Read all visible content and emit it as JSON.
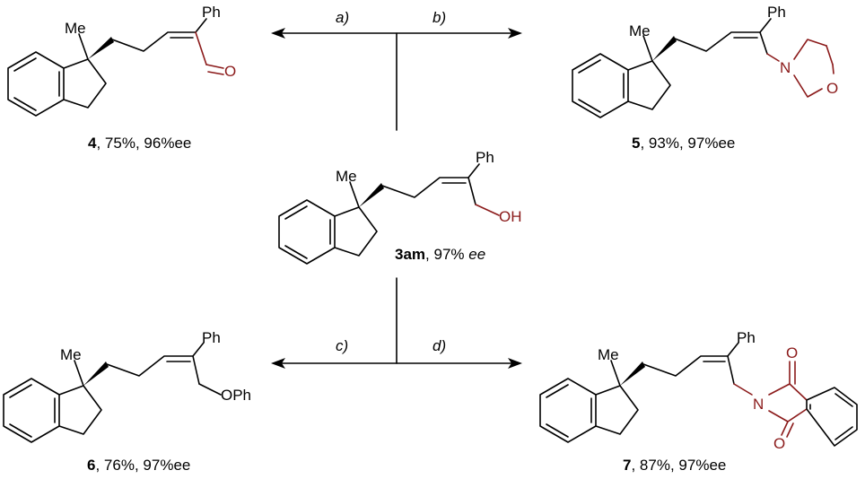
{
  "scheme": {
    "conditions": [
      "a)",
      "b)",
      "c)",
      "d)"
    ],
    "compounds": [
      {
        "id": "4",
        "yield": "75%",
        "ee_value": "96%",
        "ee_unit": "ee",
        "ee_italic": false,
        "groups": {
          "methyl": "Me",
          "phenyl": "Ph",
          "carbonyl_oxygen": "O"
        }
      },
      {
        "id": "5",
        "yield": "93%",
        "ee_value": "97%",
        "ee_unit": "ee",
        "ee_italic": false,
        "groups": {
          "methyl": "Me",
          "phenyl": "Ph",
          "nitrogen": "N",
          "oxygen": "O"
        }
      },
      {
        "id": "3am",
        "yield": "",
        "ee_value": "97%",
        "ee_unit": "ee",
        "ee_italic": true,
        "groups": {
          "methyl": "Me",
          "phenyl": "Ph",
          "hydroxyl": "OH"
        }
      },
      {
        "id": "6",
        "yield": "76%",
        "ee_value": "97%",
        "ee_unit": "ee",
        "ee_italic": false,
        "groups": {
          "methyl": "Me",
          "phenyl": "Ph",
          "phenoxy": "OPh"
        }
      },
      {
        "id": "7",
        "yield": "87%",
        "ee_value": "97%",
        "ee_unit": "ee",
        "ee_italic": false,
        "groups": {
          "methyl": "Me",
          "phenyl": "Ph",
          "imide_oxygen_top": "O",
          "imide_nitrogen": "N",
          "imide_oxygen_bottom": "O"
        }
      }
    ],
    "colors": {
      "bond": "#000000",
      "highlight": "#8b1a1a"
    }
  }
}
